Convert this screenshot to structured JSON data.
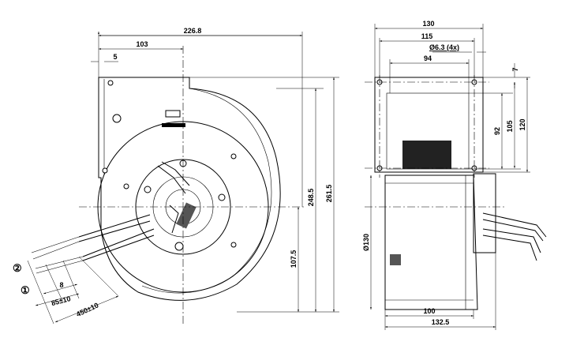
{
  "front_view": {
    "dims": {
      "overall_width": "226.8",
      "center_offset": "103",
      "flange": "5",
      "height_inner": "248.5",
      "height_overall": "261.5",
      "center_height": "107.5",
      "strip": "8",
      "sleeve": "85±10",
      "cable": "450±10"
    },
    "callouts": {
      "one": "①",
      "two": "②"
    }
  },
  "side_view": {
    "dims": {
      "plate_width": "130",
      "hole_spacing": "115",
      "hole_dia": "Ø6.3 (4x)",
      "outlet_width": "94",
      "offset": "7",
      "outlet_height": "92",
      "hole_spacing_v": "105",
      "plate_height": "120",
      "motor_dia": "Ø130",
      "motor_depth": "100",
      "overall_depth": "132.5"
    }
  }
}
